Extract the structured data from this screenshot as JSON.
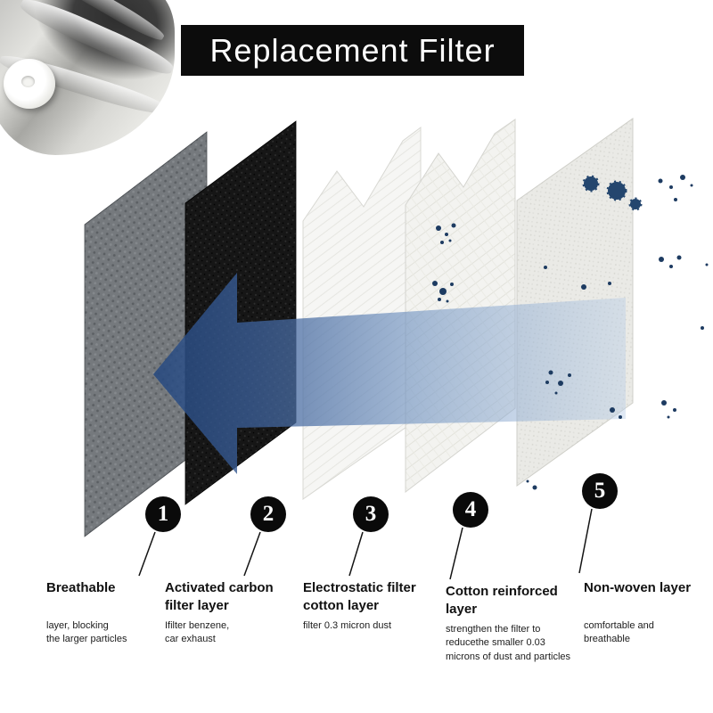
{
  "title": "Replacement Filter",
  "layers": [
    {
      "number": "1",
      "title": "Breathable",
      "description": "layer,  blocking\nthe larger particles"
    },
    {
      "number": "2",
      "title": "Activated carbon\nfilter layer",
      "description": "Ifilter benzene,\ncar exhaust"
    },
    {
      "number": "3",
      "title": "Electrostatic filter\ncotton layer",
      "description": "filter 0.3 micron dust"
    },
    {
      "number": "4",
      "title": "Cotton reinforced\nlayer",
      "description": "strengthen the  filter to\nreducethe smaller 0.03\nmicrons of dust and particles"
    },
    {
      "number": "5",
      "title": "Non-woven layer",
      "description": "comfortable and\nbreathable"
    }
  ],
  "colors": {
    "banner": "#0c0c0c",
    "arrow_dark": "#24477e",
    "arrow_light": "#b8cde6",
    "particle": "#1d3b61"
  },
  "icons": {
    "mask_photo": "filter-mask-photo",
    "airflow_arrow": "airflow-direction-arrow",
    "particles": "dust-and-virus-particles"
  }
}
